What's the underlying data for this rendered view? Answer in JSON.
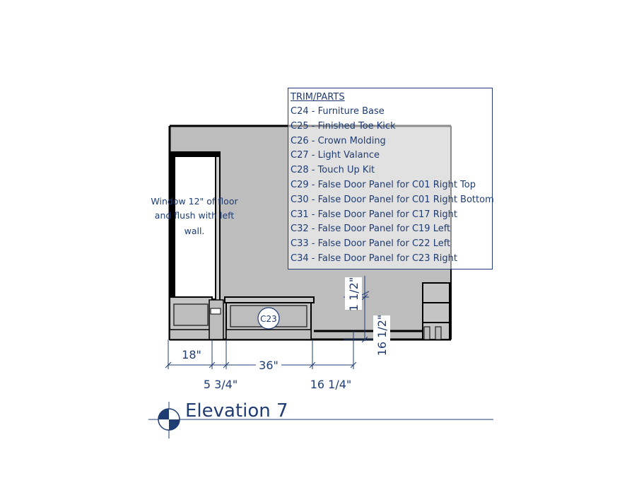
{
  "note": {
    "lines": [
      "Window 12\" of floor",
      "and flush with left",
      "wall."
    ]
  },
  "cabinet_label": "C23",
  "dimensions": {
    "w1": "18\"",
    "w2": "5 3/4\"",
    "w3": "36\"",
    "w4": "16 1/4\"",
    "v1": "1 1/2\"",
    "v2": "16 1/2\""
  },
  "elevation_title": "Elevation 7",
  "legend": {
    "heading": "TRIM/PARTS",
    "items": [
      "C24 - Furniture Base",
      "C25 - Finished Toe Kick",
      "C26 - Crown Molding",
      "C27 - Light Valance",
      "C28 - Touch Up Kit",
      "C29 - False Door Panel for C01 Right Top",
      "C30 - False Door Panel for C01 Right Bottom",
      "C31 - False Door Panel for C17 Right",
      "C32 - False Door Panel for C19 Left",
      "C33 - False Door Panel for C22 Left",
      "C34 - False Door Panel for C23 Right"
    ]
  },
  "colors": {
    "wall": "#bdbdbd",
    "ink": "#1f3c73",
    "line": "#000000"
  }
}
